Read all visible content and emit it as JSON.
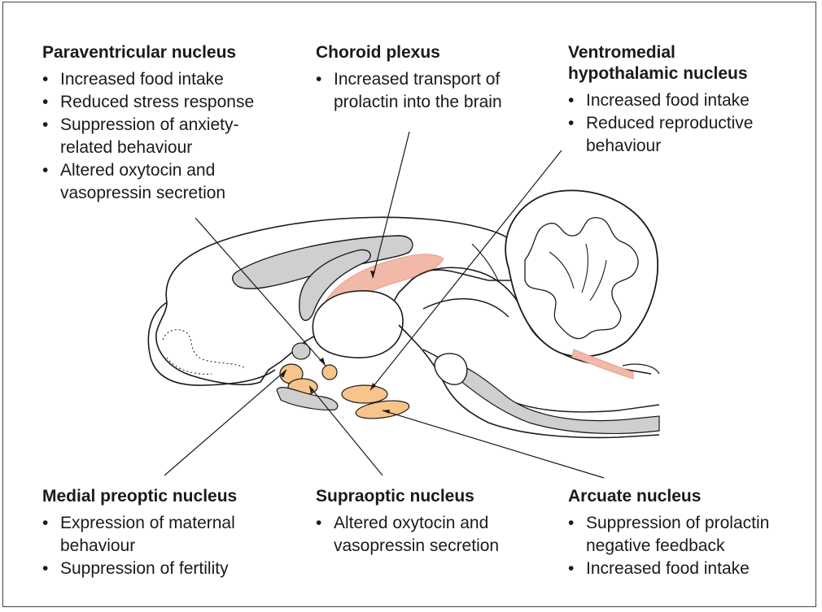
{
  "regions": {
    "paraventricular": {
      "title": "Paraventricular nucleus",
      "bullets": [
        "Increased food intake",
        "Reduced stress response",
        "Suppression of anxiety-related behaviour",
        "Altered oxytocin and vasopressin secretion"
      ]
    },
    "choroid": {
      "title": "Choroid plexus",
      "bullets": [
        "Increased transport of prolactin into the brain"
      ]
    },
    "ventromedial": {
      "title": "Ventromedial hypothalamic nucleus",
      "bullets": [
        "Increased food intake",
        "Reduced reproductive behaviour"
      ]
    },
    "medial_preoptic": {
      "title": "Medial preoptic nucleus",
      "bullets": [
        "Expression of maternal behaviour",
        "Suppression of fertility"
      ]
    },
    "supraoptic": {
      "title": "Supraoptic nucleus",
      "bullets": [
        "Altered oxytocin and vasopressin secretion"
      ]
    },
    "arcuate": {
      "title": "Arcuate nucleus",
      "bullets": [
        "Suppression of prolactin negative feedback",
        "Increased food intake"
      ]
    }
  },
  "colors": {
    "nucleus_fill": "#f7c48a",
    "choroid_fill": "#f2b8a8",
    "ventricle_gray": "#cfcfcf",
    "outline": "#1a1a1a"
  }
}
